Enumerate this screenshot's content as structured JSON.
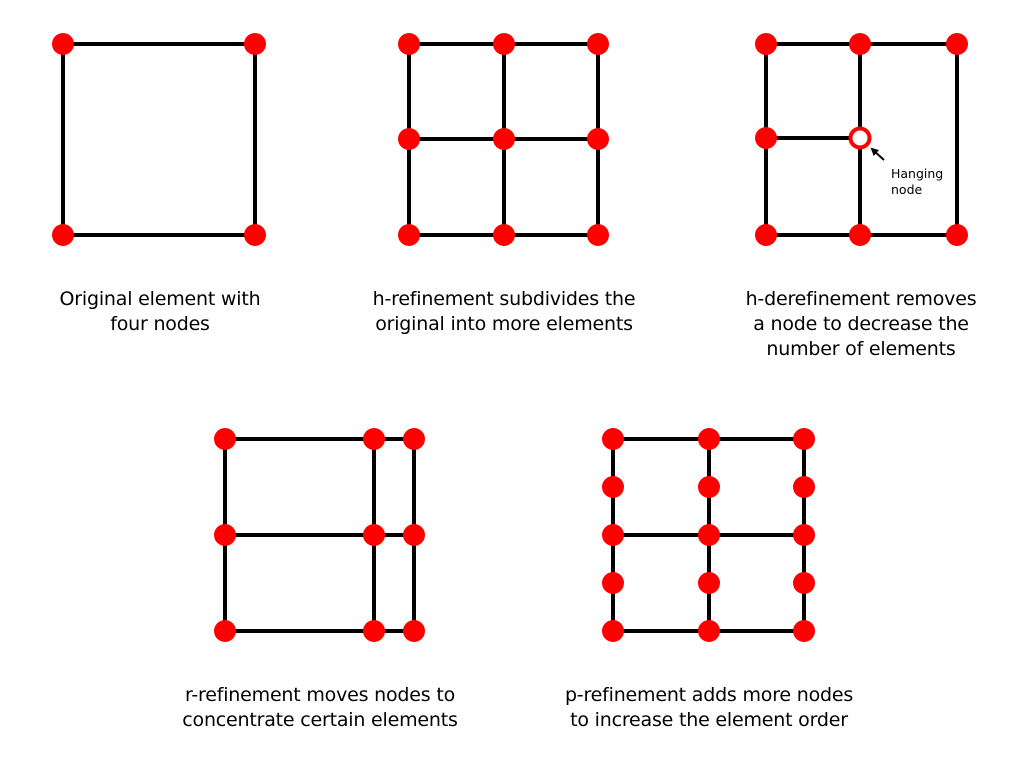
{
  "colors": {
    "node": "#ff0000",
    "edge": "#000000",
    "hanging_node_fill": "#ffffff",
    "background": "#ffffff"
  },
  "panels": [
    {
      "id": "original",
      "caption": "Original element with\nfour nodes"
    },
    {
      "id": "h-refinement",
      "caption": "h-refinement subdivides the\noriginal into more elements"
    },
    {
      "id": "h-derefinement",
      "caption": "h-derefinement removes\na node to decrease the\nnumber of elements",
      "annotation": "Hanging\nnode"
    },
    {
      "id": "r-refinement",
      "caption": "r-refinement moves nodes to\nconcentrate certain elements"
    },
    {
      "id": "p-refinement",
      "caption": "p-refinement adds more nodes\nto increase the element order"
    }
  ]
}
